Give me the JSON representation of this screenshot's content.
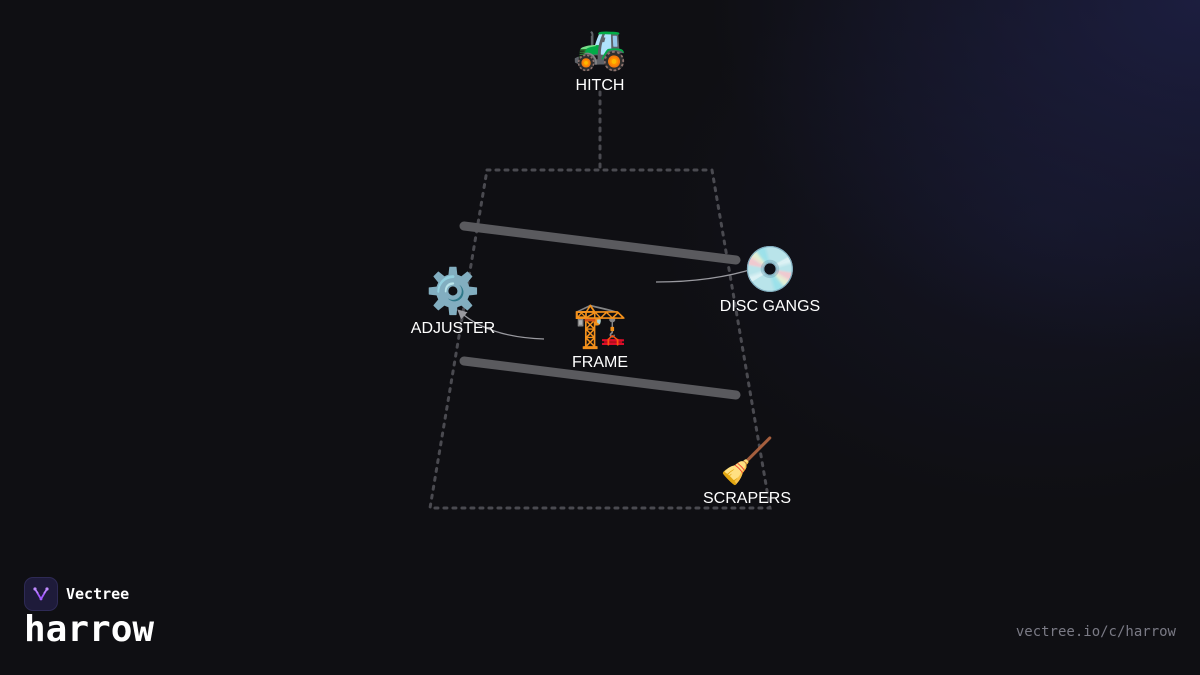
{
  "brand": {
    "name": "Vectree",
    "accent_color": "#a259ff",
    "logo_icon": "vectree-logo-icon"
  },
  "page": {
    "title": "harrow",
    "url": "vectree.io/c/harrow"
  },
  "colors": {
    "background": "#0f0f13",
    "outline": "#4a4a50",
    "bar": "#5a5a5e",
    "connector": "#9a9aa0",
    "label": "#ffffff"
  },
  "diagram": {
    "nodes": [
      {
        "id": "hitch",
        "label": "HITCH",
        "icon": "tractor-icon",
        "glyph": "🚜"
      },
      {
        "id": "disc_gangs",
        "label": "DISC GANGS",
        "icon": "disc-icon",
        "glyph": "💿"
      },
      {
        "id": "adjuster",
        "label": "ADJUSTER",
        "icon": "gear-icon",
        "glyph": "⚙️"
      },
      {
        "id": "frame",
        "label": "FRAME",
        "icon": "crane-icon",
        "glyph": "🏗️"
      },
      {
        "id": "scrapers",
        "label": "SCRAPERS",
        "icon": "broom-icon",
        "glyph": "🧹"
      }
    ]
  }
}
